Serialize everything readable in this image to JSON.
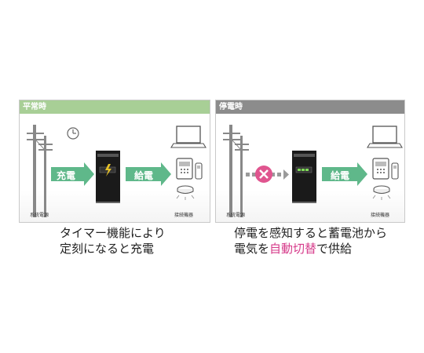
{
  "normal": {
    "header": "平常時",
    "charge_label": "充電",
    "supply_label": "給電",
    "grid_label": "系統電源",
    "devices_label": "接続機器",
    "caption_line1": "タイマー機能により",
    "caption_line2": "定刻になると充電"
  },
  "outage": {
    "header": "停電時",
    "supply_label": "給電",
    "grid_label": "系統電源",
    "devices_label": "接続機器",
    "caption_line1": "停電を感知すると蓄電池から",
    "caption_prefix": "電気を",
    "caption_highlight": "自動切替",
    "caption_suffix": "で供給"
  },
  "colors": {
    "normal_header": "#a8cf96",
    "outage_header": "#8c8c8c",
    "arrow_green": "#5fb88a",
    "cross_pink": "#e0558f",
    "highlight": "#d63a8a",
    "battery_green": "#7ed957"
  },
  "icons": [
    "power-pole-icon",
    "clock-icon",
    "battery-unit-icon",
    "laptop-icon",
    "telephone-icon",
    "cordless-phone-icon",
    "smoke-detector-icon",
    "cross-icon"
  ]
}
